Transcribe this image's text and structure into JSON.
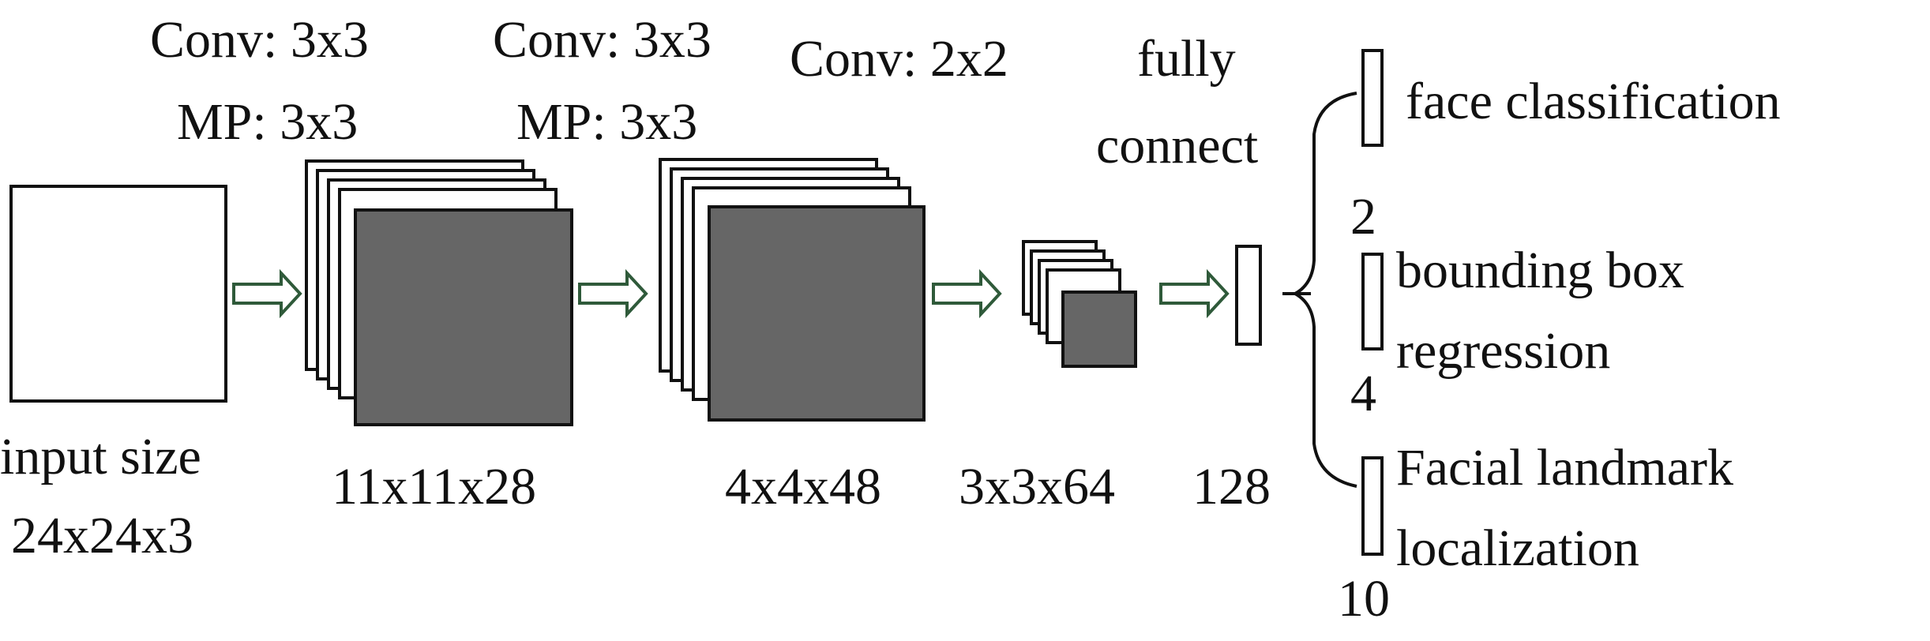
{
  "colors": {
    "background": "#ffffff",
    "stroke": "#111111",
    "front_layer_fill": "#666666",
    "back_layer_fill": "#ffffff",
    "arrow_outline": "#2f5a3a"
  },
  "stages": {
    "conv1": {
      "conv": "Conv: 3x3",
      "pool": "MP: 3x3"
    },
    "conv2": {
      "conv": "Conv: 3x3",
      "pool": "MP: 3x3"
    },
    "conv3": {
      "conv": "Conv: 2x2"
    },
    "fc": {
      "line1": "fully",
      "line2": "connect"
    }
  },
  "sizes": {
    "input_line1": "input size",
    "input_line2": "24x24x3",
    "map1": "11x11x28",
    "map2": "4x4x48",
    "map3": "3x3x64",
    "fc": "128"
  },
  "outputs": [
    {
      "line1": "face classification",
      "line2": "",
      "dim": "2"
    },
    {
      "line1": "bounding box",
      "line2": "regression",
      "dim": "4"
    },
    {
      "line1": "Facial landmark",
      "line2": "localization",
      "dim": "10"
    }
  ],
  "arrows": [
    "arrow-1",
    "arrow-2",
    "arrow-3",
    "arrow-4"
  ]
}
